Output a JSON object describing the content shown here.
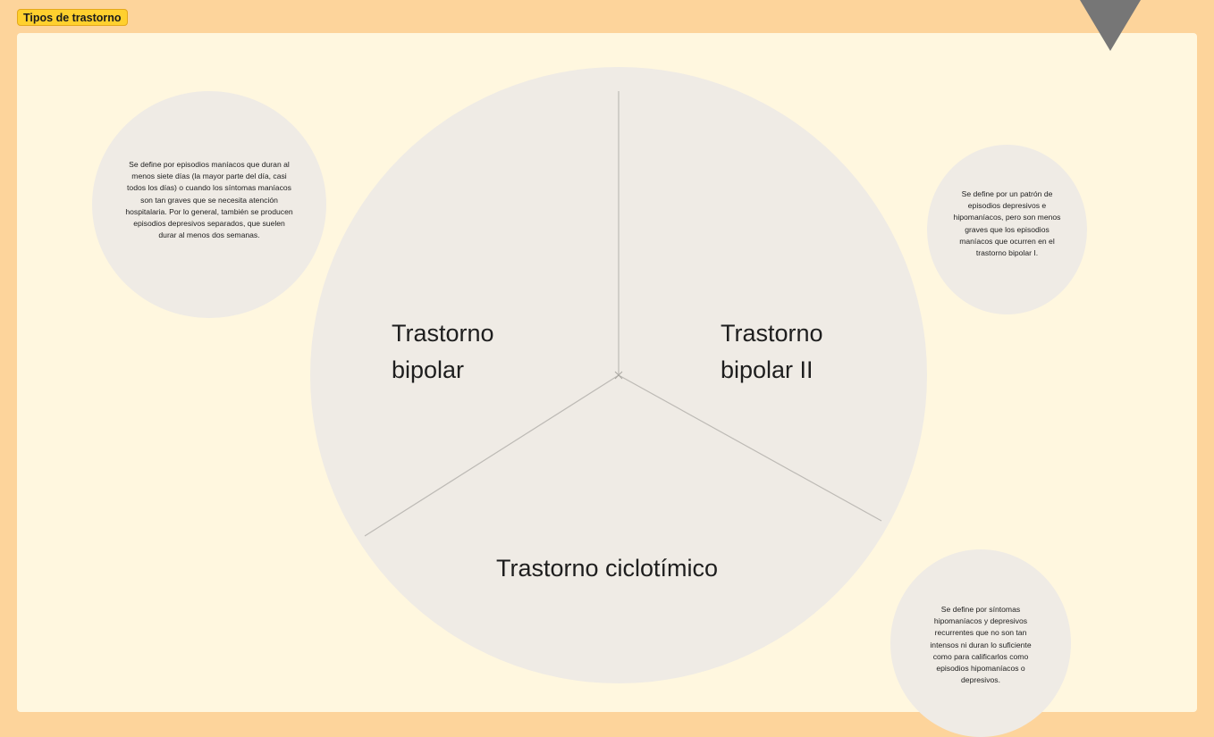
{
  "frame": {
    "label": "Tipos de trastorno"
  },
  "colors": {
    "outer_background": "#FDD49B",
    "board_background": "#FFF7DF",
    "circle_fill": "#EFEBE5",
    "divider": "#BDBAB5",
    "tag_fill": "#FFD02E",
    "pointer": "#767676"
  },
  "icons": {
    "top_right": "triangle-pointer-icon"
  },
  "diagram": {
    "sectors": [
      {
        "id": "bipolar-i",
        "line1": "Trastorno",
        "line2": "bipolar"
      },
      {
        "id": "bipolar-ii",
        "line1": "Trastorno",
        "line2": "bipolar II"
      },
      {
        "id": "ciclotimico",
        "line1": "Trastorno ciclotímico",
        "line2": ""
      }
    ],
    "descriptions": [
      {
        "id": "bipolar-i",
        "text": "Se define por episodios maníacos que duran al menos siete días (la mayor parte del día, casi todos los días) o cuando los síntomas maníacos son tan graves que se necesita atención hospitalaria. Por lo general, también se producen episodios depresivos separados, que suelen durar al menos dos semanas."
      },
      {
        "id": "bipolar-ii",
        "text": "Se define por un patrón de episodios depresivos e hipomaníacos, pero son menos graves que los episodios maníacos que ocurren en el trastorno bipolar I."
      },
      {
        "id": "ciclotimico",
        "text": "Se define por síntomas hipomaníacos y depresivos recurrentes que no son tan intensos ni duran lo suficiente como para calificarlos como episodios hipomaníacos o depresivos."
      }
    ]
  }
}
